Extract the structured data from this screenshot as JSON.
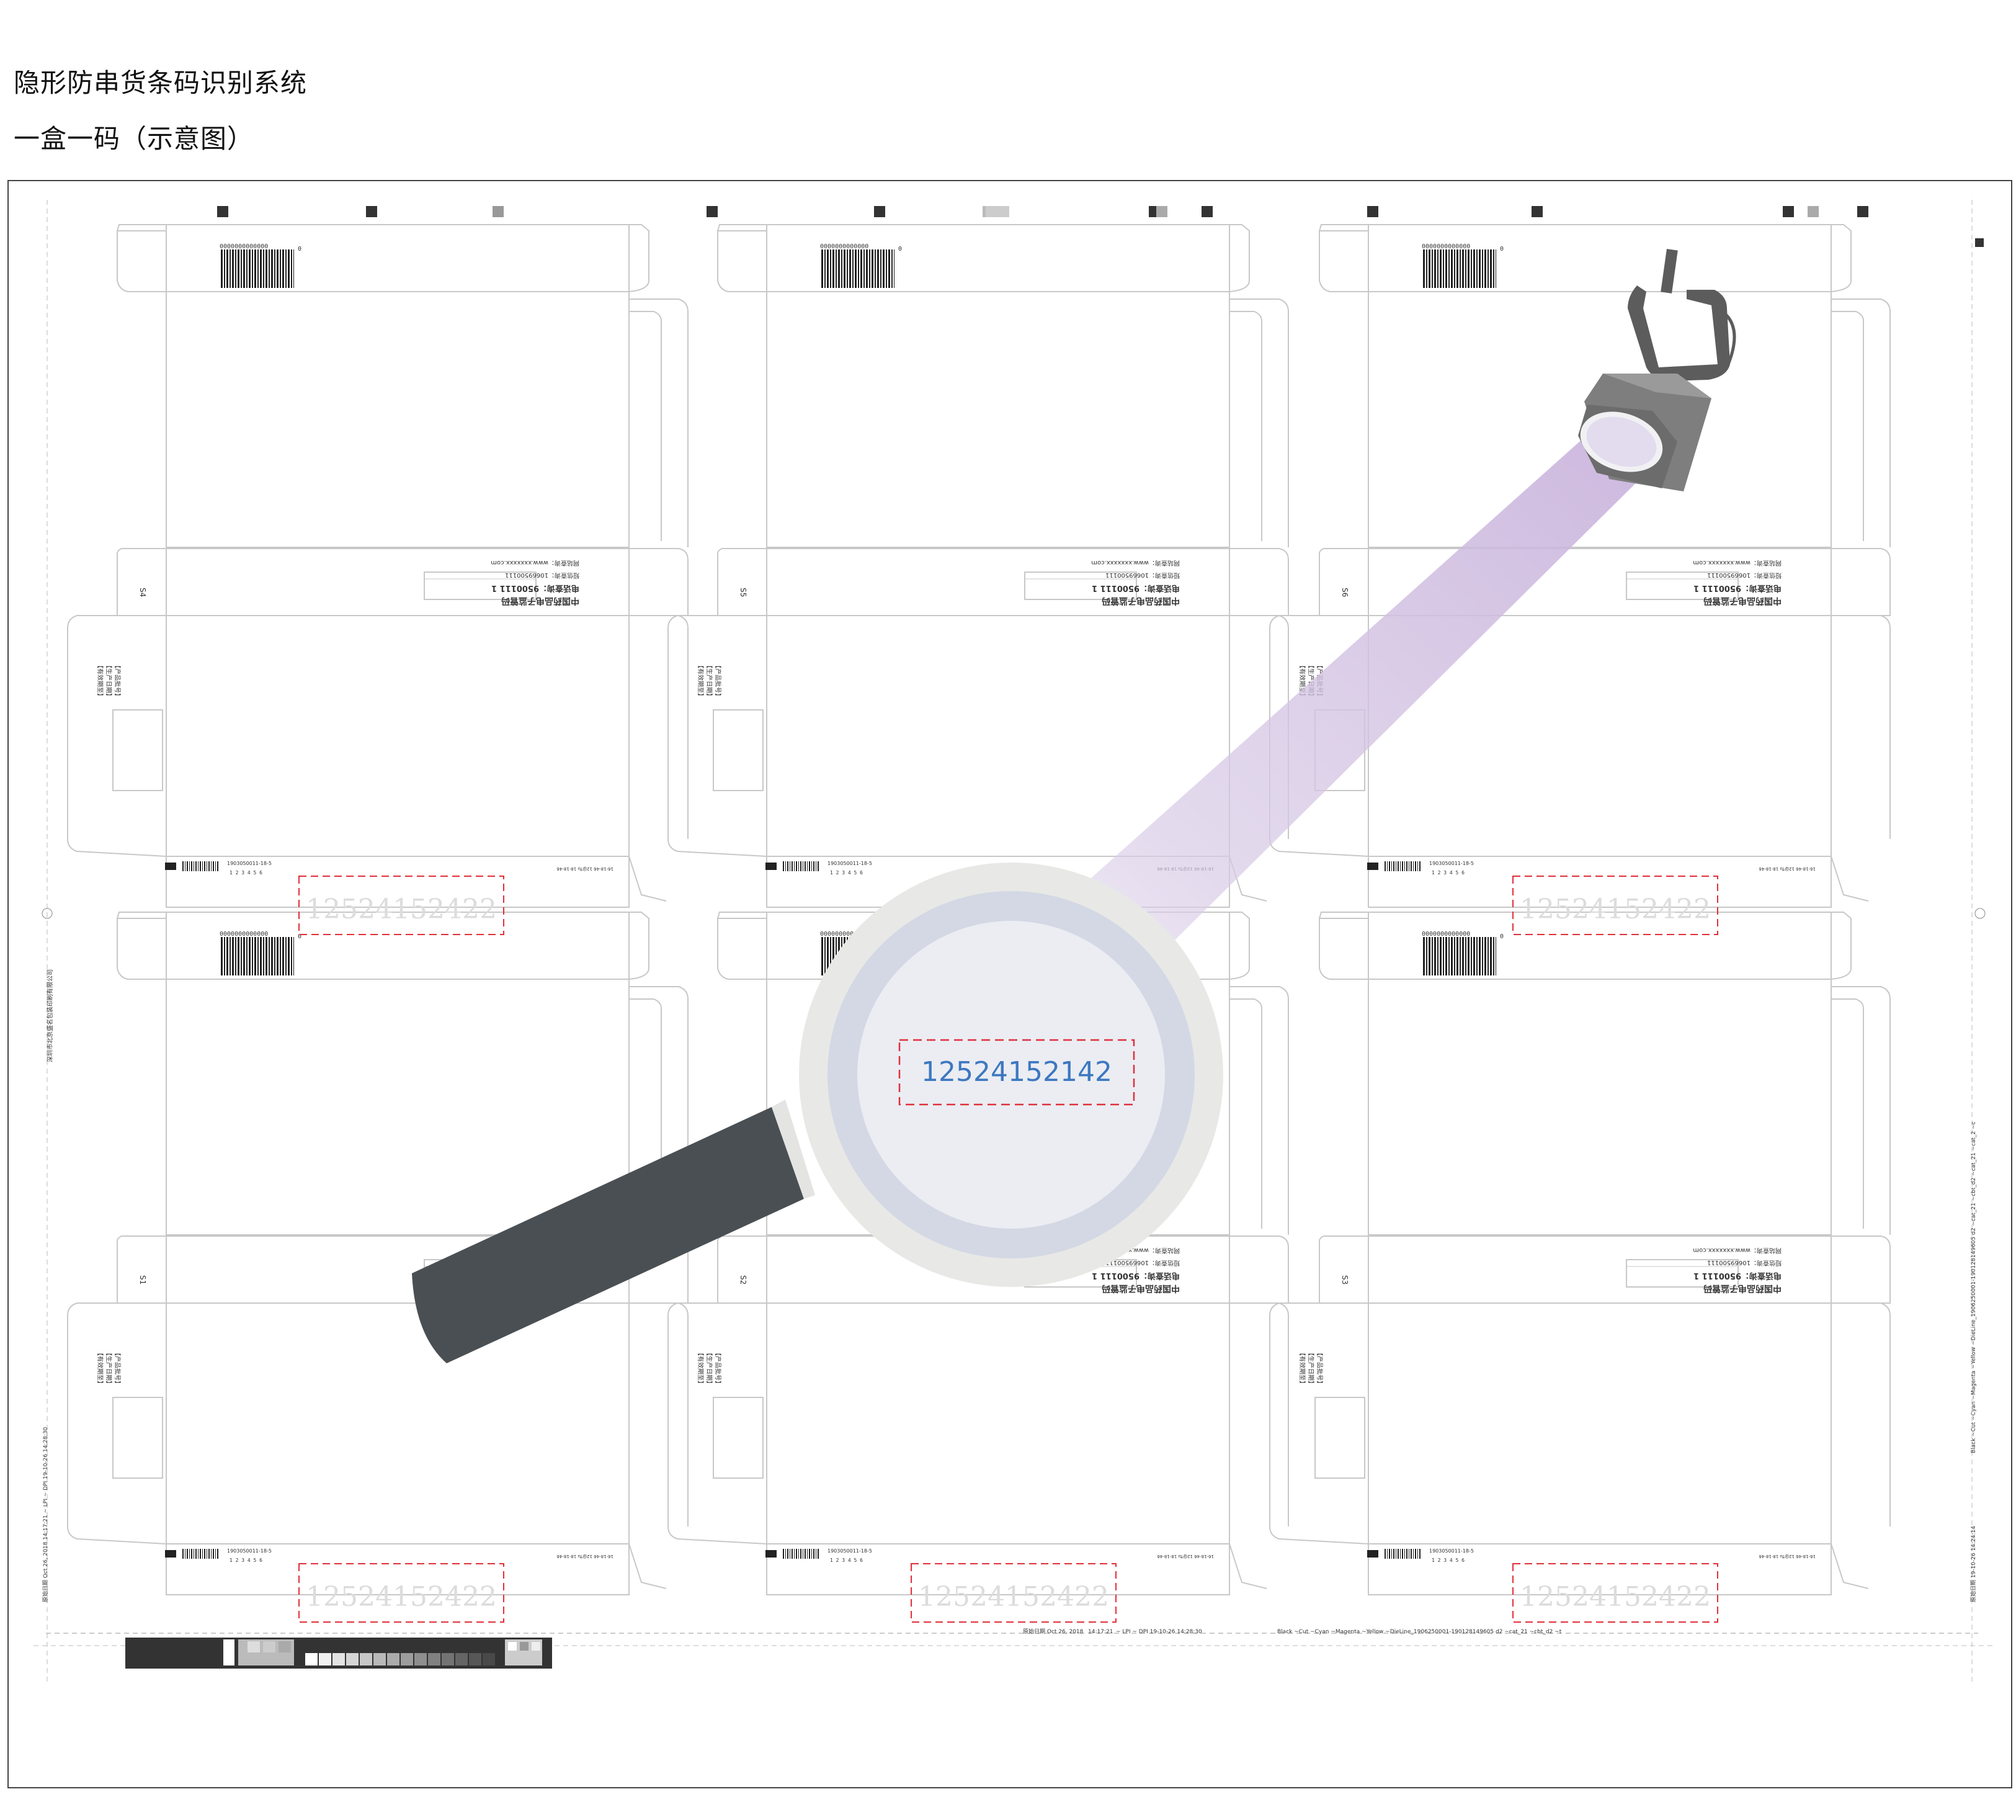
{
  "header": {
    "system_title": "隐形防串货条码识别系统",
    "subtitle": "一盒一码（示意图）"
  },
  "panel": {
    "company_name": "深圳市北京盛名包装印刷有限公司",
    "mark_labels": [
      "S4",
      "S5",
      "S6",
      "S1",
      "S2",
      "S3"
    ],
    "barcode_number": "0000000000000",
    "barcode_id": "1903050011-18-5",
    "barcode_small": "1 2 3 4 5 6",
    "website": "网站查询：www.xxxxxxx.com",
    "phone_line": "短信查询：10669500111",
    "service_line": "电话查询：9500111 1",
    "brand_line": "中国药品电子监管码",
    "side_lines": [
      "【产品批号】",
      "【生产日期】",
      "【有效期至】"
    ],
    "corner_code": "16-18-46 12@Tu 18-18-46"
  },
  "codes": {
    "hidden_code": "12524152422",
    "revealed_code": "12524152142"
  },
  "sheet_footer": {
    "timestamp_a": "原始日期 Oct 26, 2018",
    "timestamp_b": "14:17:21",
    "timestamp_c": "~ LPI ~ DPI 19-10-26 14:28:30",
    "separation": "Black ~Cut ~Cyan ~Magenta ~Yellow ~DieLine_1906250001-190128149605 d2 ~cat_21 ~cbt_d2 ~t",
    "left_vertical": "原始日期 Oct 26, 2018   14:17:21   ~ LPI ~ DPI 19-10-26 14:28:30",
    "right_vertical_a": "Black ~Cut ~Cyan ~Magenta ~Yellow ~DieLine_1906250001-190128149605 d2 ~cat_21 ~cbt_d2 ~cat_21 ~cat_2 ~c",
    "right_vertical_b": "原始日期 19-10-26 14:24:14"
  },
  "colors": {
    "dieline": "#c8c8c8",
    "dashed_box": "#e0303a",
    "hidden_code_text": "#dcdcdc",
    "revealed_code_text": "#3d78c0",
    "handle": "#4a4f53",
    "lens_ring": "#e8e8e6",
    "lens_glass": "#d3d8e4",
    "uv_beam": "#c9b3dc"
  },
  "icons": [
    "magnifying-glass-icon",
    "uv-spotlight-icon"
  ]
}
